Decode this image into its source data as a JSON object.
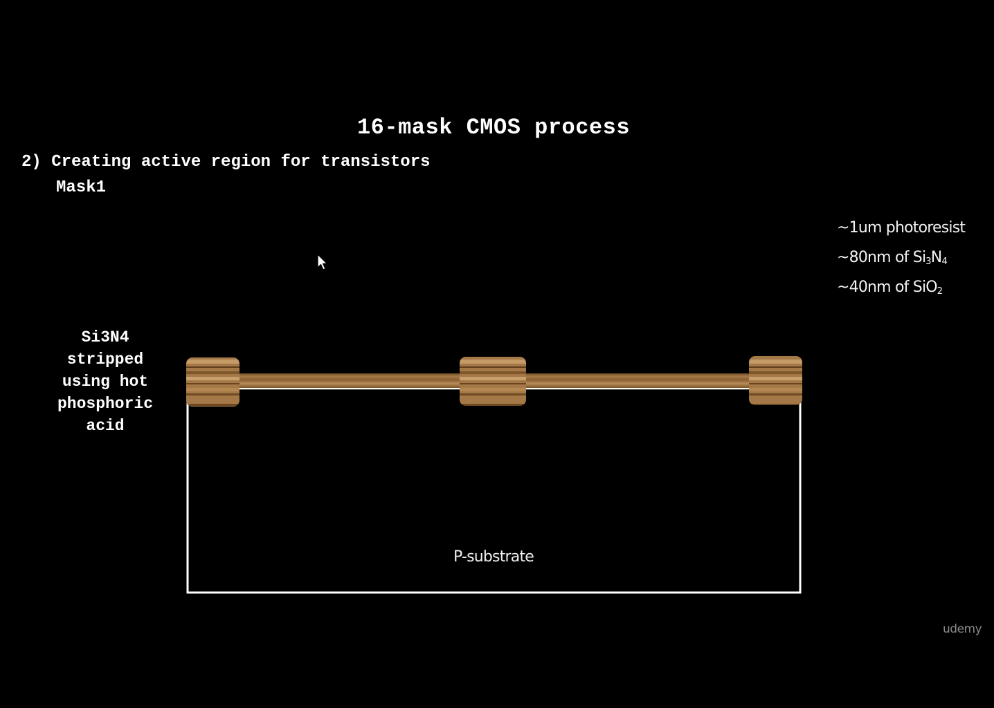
{
  "slide": {
    "title": "16-mask CMOS process",
    "step": "2) Creating active region for transistors",
    "mask": "Mask1"
  },
  "legend": {
    "photoresist": {
      "prefix": "~1um photoresist"
    },
    "nitride": {
      "prefix": "~80nm of Si",
      "sub1": "3",
      "mid": "N",
      "sub2": "4"
    },
    "oxide": {
      "prefix": "~40nm of SiO",
      "sub1": "2"
    }
  },
  "side_note": {
    "lines": [
      "Si3N4",
      "stripped",
      "using hot",
      "phosphoric",
      "acid"
    ]
  },
  "diagram": {
    "substrate_label": "P-substrate",
    "photoresist_color": "#9b6d3d",
    "substrate_outline_color": "#ffffff"
  },
  "watermark": "udemy"
}
